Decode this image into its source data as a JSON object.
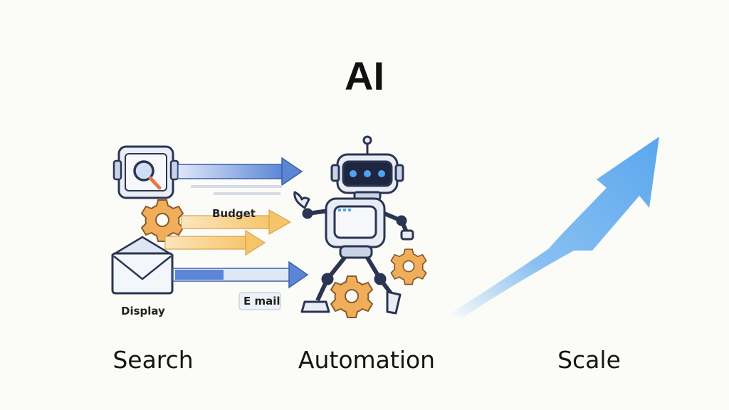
{
  "title": "AI",
  "captions": {
    "search": "Search",
    "automation": "Automation",
    "scale": "Scale"
  },
  "labels": {
    "budget": "Budget",
    "email": "E mail",
    "display": "Display"
  },
  "colors": {
    "blue_arrow": "#5b86d6",
    "orange_arrow": "#f6c56a",
    "gear": "#f0ae5a",
    "robot_body": "#e8ecf4",
    "robot_outline": "#2b3552",
    "scale_arrow": "#5aa7ee"
  },
  "icons": [
    "search-app-icon",
    "envelope-icon",
    "gear-icon",
    "robot-icon",
    "growth-arrow-icon"
  ]
}
